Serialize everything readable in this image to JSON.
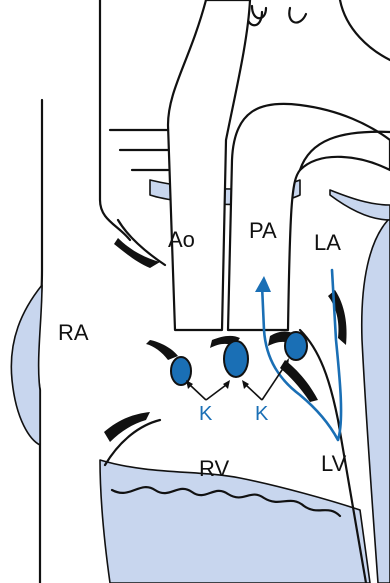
{
  "labels": {
    "ra": "RA",
    "ao": "Ao",
    "pa": "PA",
    "la": "LA",
    "rv": "RV",
    "lv": "LV",
    "k_left": "K",
    "k_right": "K"
  },
  "colors": {
    "outline": "#111111",
    "wall_fill": "#c8d6ee",
    "accent_blue": "#1a6fb5"
  }
}
